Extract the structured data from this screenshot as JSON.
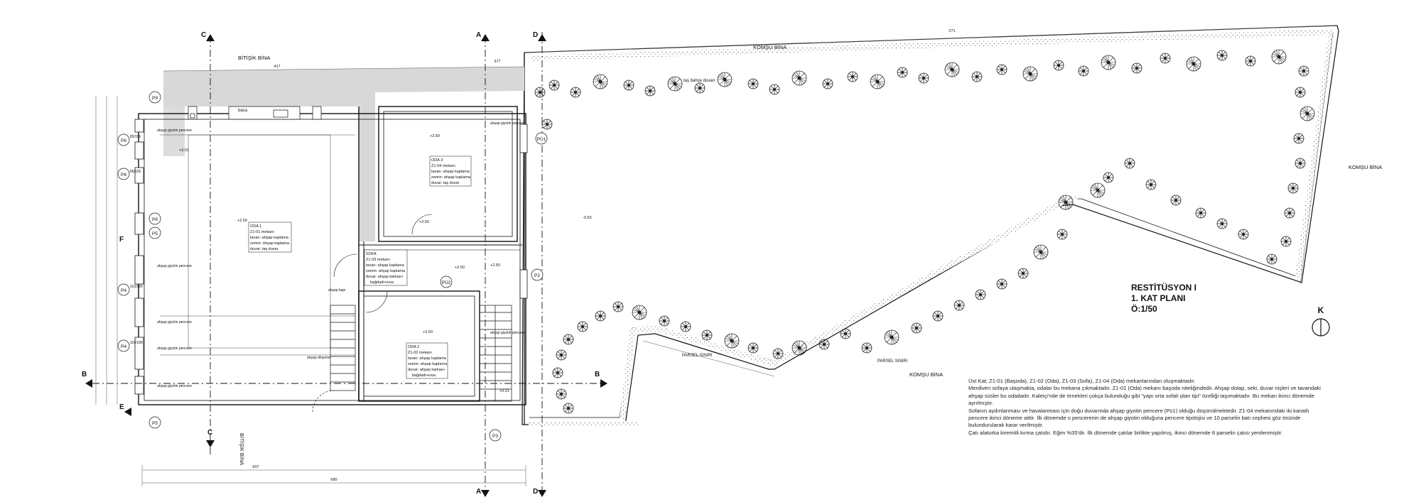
{
  "title": {
    "line1": "RESTİTÜSYON I",
    "line2": "1. KAT PLANI",
    "line3": "Ö:1/50"
  },
  "north": "K",
  "neighbors": {
    "top": "KOMŞU BİNA",
    "right": "KOMŞU BİNA",
    "bottom": "KOMŞU BİNA",
    "adjacent_top": "BİTİŞİK BİNA",
    "adjacent_bottom": "BİTİŞİK BİNA"
  },
  "parcel": {
    "label_1": "PARSEL SINIRI",
    "label_2": "PARSEL SINIRI"
  },
  "garden_wall": "taş bahçe duvarı",
  "section_marks": {
    "a": "A",
    "b": "B",
    "c": "C",
    "d": "D",
    "e": "E",
    "f": "F"
  },
  "chimney": "baca",
  "rooms": {
    "oda1": {
      "title": "ODA 1",
      "code": "Z1-01 mekanı",
      "l1": "tavan: ahşap kaplama",
      "l2": "zemin: ahşap kaplama",
      "l3": "duvar: taş duvar",
      "level": "+2.50"
    },
    "oda3": {
      "title": "ODA 3",
      "code": "Z1-04 mekanı",
      "l1": "tavan: ahşap kaplama",
      "l2": "zemin: ahşap kaplama",
      "l3": "duvar: taş duvar",
      "level": "+2.50"
    },
    "sofa": {
      "title": "SOFA",
      "code": "Z1-03 mekanı",
      "l1": "tavan: ahşap kaplama",
      "l2": "zemin: ahşap kaplama",
      "l3": "duvar: ahşap karkas+",
      "l4": "bağdadi+sıva",
      "level": "+2.50"
    },
    "oda2": {
      "title": "ODA 2",
      "code": "Z1-02 mekanı",
      "l1": "tavan: ahşap kaplama",
      "l2": "zemin: ahşap kaplama",
      "l3": "duvar: ahşap karkas+",
      "l4": "bağdadi+sıva",
      "level": "+2.50"
    }
  },
  "levels": {
    "stair_top": "+2.50",
    "stair_mid": "+2.50",
    "garden": "-0.63",
    "bottom": "+0.21",
    "left": "+3.01",
    "sofa_e": "+2.50"
  },
  "window_labels": {
    "p9": "P9",
    "p6": "P6",
    "p8a": "P8",
    "p8b": "P8",
    "p5a": "P5",
    "p5b": "P5",
    "p4a": "P4",
    "p4b": "P4",
    "pu1": "PÜ1",
    "pu2": "PÜ2",
    "p2": "P2",
    "p3": "P3",
    "window_text": "ahşap giyotin pencere",
    "sizes_a": "85/156",
    "sizes_b": "110/189"
  },
  "misc": {
    "door": "ahşap kapı",
    "stair": "ahşap döşeme",
    "dim_total": "680",
    "dim_a": "607",
    "dim_b": "417",
    "dim_c": "377",
    "dim_right": "271"
  },
  "notes": [
    "Üst Kat; Z1-01 (Başoda), Z1-02 (Oda), Z1-03 (Sofa), Z1-04 (Oda) mekanlarından oluşmaktadır.",
    "Merdiven sofaya ulaşmakta, odalar bu mekana çıkmaktadır. Z1-01 (Oda) mekanı başoda niteliğindedir. Ahşap dolap, seki, duvar nişleri ve tavandaki ahşap süsler bu odadadır. Kaleiçi'nde de örnekleri çokça bulunduğu gibi \"yapı orta sofalı plan tipi\" özelliği taşımaktadır. Bu mekan ikinci dönemde ayrılmıştır.",
    "Sofanın aydınlanması ve havalanması için doğu duvarında ahşap giyotin pencere (Pü1) olduğu düşünülmektedir. Z1-04 mekanındaki iki kanatlı pencere ikinci döneme aittir. İlk dönemde o pencerenin de ahşap giyotin olduğuna pencere tipolojisi ve 10 parselin batı cephesi göz önünde bulundurularak karar verilmiştir.",
    "Çatı alaturka kiremitli kırma çatıdır. Eğim %35'dir. İlk dönemde çatılar birlikte yapılmış, ikinci dönemde 8 parselin çatısı yenilenmiştir."
  ]
}
